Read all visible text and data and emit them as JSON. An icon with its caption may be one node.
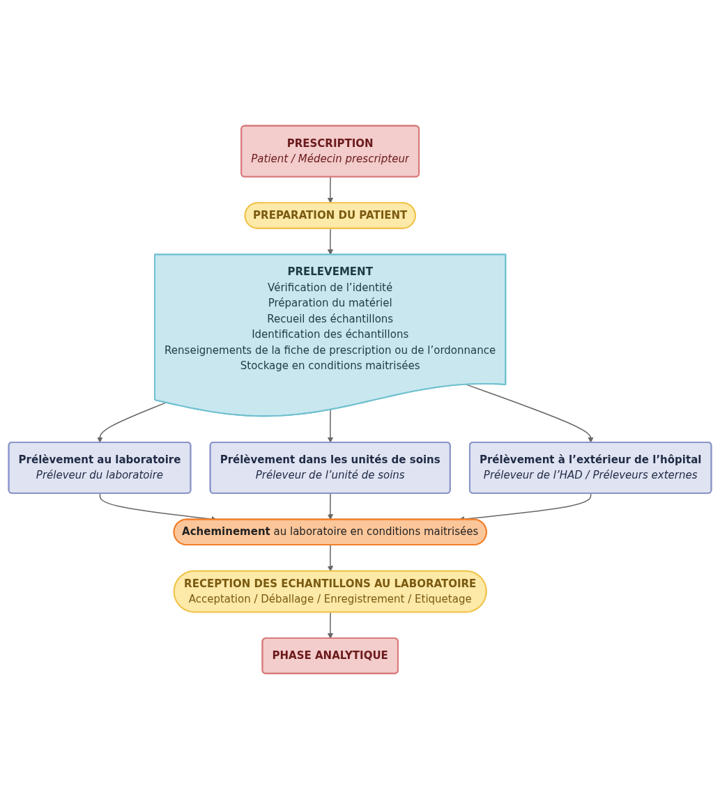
{
  "diagram": {
    "nodes": [
      {
        "text": [
          "PRESCRIPTION",
          "Patient / Médecin prescripteur"
        ]
      },
      {
        "text": [
          "PREPARATION DU PATIENT"
        ]
      },
      {
        "text": [
          "PRELEVEMENT",
          "Vérification de l’identité",
          "Préparation du matériel",
          "Recueil des échantillons",
          "Identification des échantillons",
          "Renseignements de la fiche de prescription ou de l’ordonnance",
          "Stockage en conditions maitrisées"
        ]
      },
      {
        "text": [
          "Prélèvement au laboratoire",
          "Préleveur du laboratoire"
        ]
      },
      {
        "text": [
          "Prélèvement dans les unités de soins",
          "Préleveur de l’unité de soins"
        ]
      },
      {
        "text": [
          "Prélèvement à l’extérieur de l’hôpital",
          "Préleveur de  l’HAD / Préleveurs externes"
        ]
      },
      {
        "text": [
          "**Acheminement** au laboratoire en conditions maitrisées"
        ]
      },
      {
        "text": [
          "RECEPTION DES ECHANTILLONS AU LABORATOIRE",
          "Acceptation / Déballage / Enregistrement / Etiquetage"
        ]
      },
      {
        "text": [
          "PHASE ANALYTIQUE"
        ]
      }
    ],
    "edges": [
      {
        "from": 0,
        "to": 1,
        "arrow": "to"
      },
      {
        "from": 1,
        "to": 2,
        "arrow": "to"
      },
      {
        "from": 2,
        "to": 3,
        "arrow": "to"
      },
      {
        "from": 2,
        "to": 4,
        "arrow": "to"
      },
      {
        "from": 2,
        "to": 5,
        "arrow": "to"
      },
      {
        "from": 3,
        "to": 6,
        "arrow": "to"
      },
      {
        "from": 4,
        "to": 6,
        "arrow": "to"
      },
      {
        "from": 5,
        "to": 6,
        "arrow": "to"
      },
      {
        "from": 6,
        "to": 7,
        "arrow": "to"
      },
      {
        "from": 7,
        "to": 8,
        "arrow": "to"
      }
    ]
  }
}
